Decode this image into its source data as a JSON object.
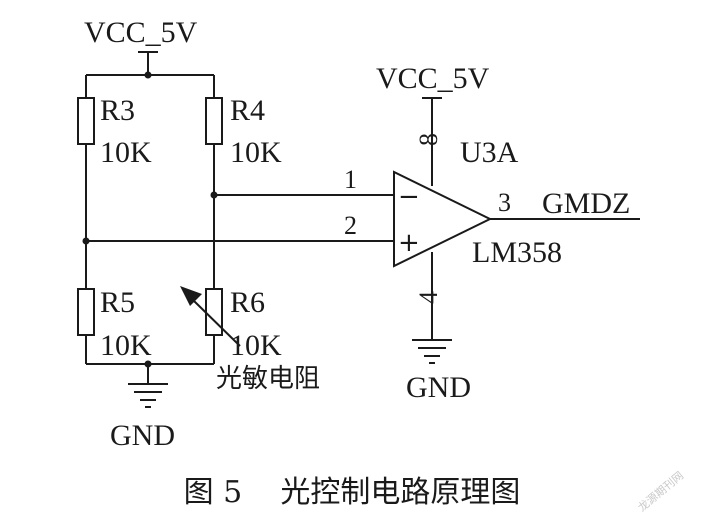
{
  "schematic": {
    "bridge_supply": "VCC_5V",
    "opamp_supply": "VCC_5V",
    "bridge_ground": "GND",
    "opamp_ground": "GND",
    "resistors": [
      {
        "ref": "R3",
        "value": "10K"
      },
      {
        "ref": "R4",
        "value": "10K"
      },
      {
        "ref": "R5",
        "value": "10K"
      },
      {
        "ref": "R6",
        "value": "10K"
      }
    ],
    "photoresistor_label": "光敏电阻",
    "opamp": {
      "ref": "U3A",
      "part": "LM358",
      "pin_in_minus": "1",
      "pin_in_plus": "2",
      "pin_out": "3",
      "pin_vcc": "8",
      "pin_gnd": "4",
      "minus_sign": "−",
      "plus_sign": "+"
    },
    "output_net": "GMDZ"
  },
  "caption": "图 5    光控制电路原理图",
  "watermark": "龙源期刊网"
}
